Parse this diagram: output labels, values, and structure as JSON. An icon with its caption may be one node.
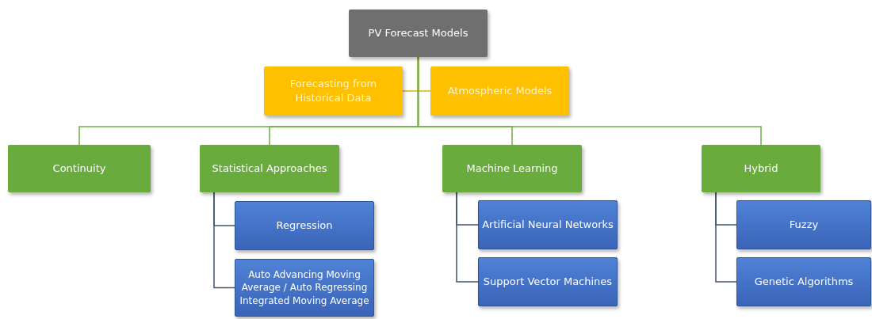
{
  "diagram": {
    "nodes": [
      {
        "text": [
          "PV Forecast Models"
        ]
      },
      {
        "text": [
          "Forecasting from Historical Data"
        ]
      },
      {
        "text": [
          "Atmospheric Models"
        ]
      },
      {
        "text": [
          "Continuity"
        ]
      },
      {
        "text": [
          "Statistical Approaches"
        ]
      },
      {
        "text": [
          "Machine Learning"
        ]
      },
      {
        "text": [
          "Hybrid"
        ]
      },
      {
        "text": [
          "Regression"
        ]
      },
      {
        "text": [
          "Auto Advancing Moving Average / Auto Regressing Integrated Moving Average"
        ]
      },
      {
        "text": [
          "Artificial Neural Networks"
        ]
      },
      {
        "text": [
          "Support Vector Machines"
        ]
      },
      {
        "text": [
          "Fuzzy"
        ]
      },
      {
        "text": [
          "Genetic Algorithms"
        ]
      }
    ],
    "edges": [
      {
        "from": 0,
        "to": 1,
        "arrow": "none",
        "color": "#e6b000"
      },
      {
        "from": 0,
        "to": 2,
        "arrow": "none",
        "color": "#e6b000"
      },
      {
        "from": 0,
        "to": 3,
        "arrow": "none",
        "color": "#70ad47"
      },
      {
        "from": 0,
        "to": 4,
        "arrow": "none",
        "color": "#70ad47"
      },
      {
        "from": 0,
        "to": 5,
        "arrow": "none",
        "color": "#70ad47"
      },
      {
        "from": 0,
        "to": 6,
        "arrow": "none",
        "color": "#70ad47"
      },
      {
        "from": 4,
        "to": 7,
        "arrow": "none"
      },
      {
        "from": 4,
        "to": 8,
        "arrow": "none"
      },
      {
        "from": 5,
        "to": 9,
        "arrow": "none"
      },
      {
        "from": 5,
        "to": 10,
        "arrow": "none"
      },
      {
        "from": 6,
        "to": 11,
        "arrow": "none"
      },
      {
        "from": 6,
        "to": 12,
        "arrow": "none"
      }
    ]
  }
}
